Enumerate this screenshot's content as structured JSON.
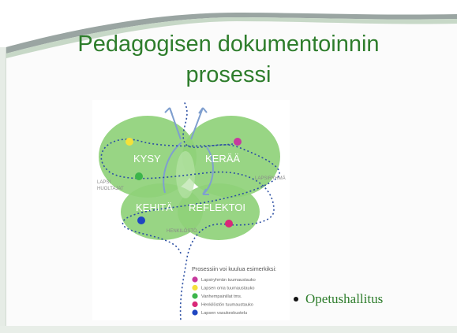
{
  "slide": {
    "title_line_1": "Pedagogisen dokumentoinnin",
    "title_line_2": "prosessi"
  },
  "diagram": {
    "petals": [
      "KYSY",
      "KERÄÄ",
      "KEHITÄ",
      "REFLEKTOI"
    ],
    "side_labels": {
      "left_line_1": "LAPSI",
      "left_line_2": "HUOLTAJAT",
      "right": "LAPSIRYHMÄ",
      "bottom": "HENKILÖSTÖ"
    },
    "legend_title": "Prosessiin voi kuulua esimerkiksi:",
    "legend": [
      {
        "label": "Lapsiryhmän tuumaustauko",
        "color": "#c73a9e"
      },
      {
        "label": "Lapsen oma tuumaustauko",
        "color": "#f4e13a"
      },
      {
        "label": "Vanhempainillat tms.",
        "color": "#3db54a"
      },
      {
        "label": "Henkilöstön tuumaustauko",
        "color": "#d92878"
      },
      {
        "label": "Lapsen vasukeskustelu",
        "color": "#1f46c1"
      }
    ],
    "colors": {
      "petal": "#8fd17a",
      "petal_label": "#ffffff",
      "dotted_path": "#2c4fa3",
      "arrow": "#7f9fcf",
      "side_label": "#8a8a8a"
    }
  },
  "bullet": {
    "text": "Opetushallitus"
  },
  "theme": {
    "title_color": "#2e7d2c",
    "bullet_color": "#2e7d2c"
  }
}
